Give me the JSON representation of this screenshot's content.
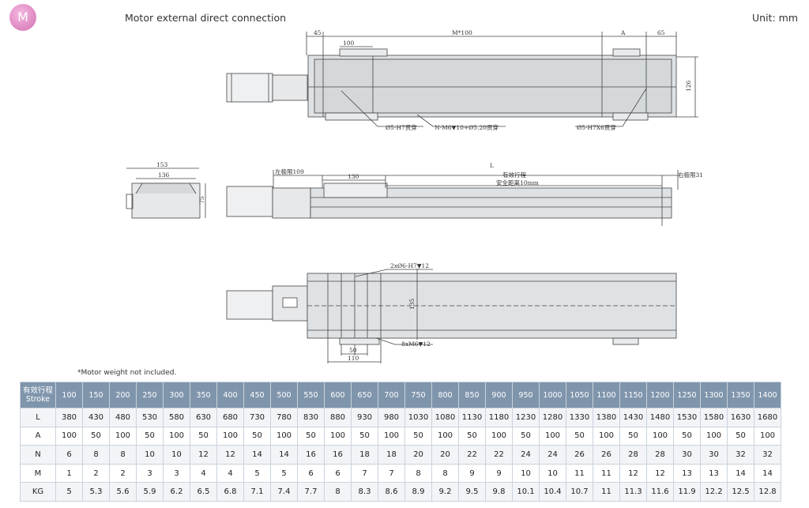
{
  "badge": "M",
  "title": "Motor external direct connection",
  "unit": "Unit: mm",
  "drawing_top": {
    "dim_45": "45",
    "dim_100": "100",
    "dim_m100": "M*100",
    "dim_a": "A",
    "dim_65": "65",
    "dim_126": "126",
    "callout_1": "Ø5-H7贯穿",
    "callout_2": "N-M6▼10+Ø5.20贯穿",
    "callout_3": "Ø5-H7X6贯穿"
  },
  "drawing_mid": {
    "dim_153": "153",
    "dim_136": "136",
    "dim_75": "75",
    "dim_left_limit": "左极限109",
    "dim_130": "130",
    "dim_l": "L",
    "dim_stroke": "有效行程",
    "dim_safe": "安全距离10mm",
    "dim_right_limit": "右极限31"
  },
  "drawing_bot": {
    "callout_top": "2xØ6-H7▼12",
    "dim_135": "135",
    "callout_bottom": "8xM6▼12",
    "dim_50": "50",
    "dim_110": "110"
  },
  "note": "*Motor weight not included.",
  "table": {
    "header_label": "有效行程",
    "header_label_en": "Stroke",
    "strokes": [
      "100",
      "150",
      "200",
      "250",
      "300",
      "350",
      "400",
      "450",
      "500",
      "550",
      "600",
      "650",
      "700",
      "750",
      "800",
      "850",
      "900",
      "950",
      "1000",
      "1050",
      "1100",
      "1150",
      "1200",
      "1250",
      "1300",
      "1350",
      "1400"
    ],
    "rows": [
      {
        "label": "L",
        "values": [
          "380",
          "430",
          "480",
          "530",
          "580",
          "630",
          "680",
          "730",
          "780",
          "830",
          "880",
          "930",
          "980",
          "1030",
          "1080",
          "1130",
          "1180",
          "1230",
          "1280",
          "1330",
          "1380",
          "1430",
          "1480",
          "1530",
          "1580",
          "1630",
          "1680"
        ]
      },
      {
        "label": "A",
        "values": [
          "100",
          "50",
          "100",
          "50",
          "100",
          "50",
          "100",
          "50",
          "100",
          "50",
          "100",
          "50",
          "100",
          "50",
          "100",
          "50",
          "100",
          "50",
          "100",
          "50",
          "100",
          "50",
          "100",
          "50",
          "100",
          "50",
          "100"
        ]
      },
      {
        "label": "N",
        "values": [
          "6",
          "8",
          "8",
          "10",
          "10",
          "12",
          "12",
          "14",
          "14",
          "16",
          "16",
          "18",
          "18",
          "20",
          "20",
          "22",
          "22",
          "24",
          "24",
          "26",
          "26",
          "28",
          "28",
          "30",
          "30",
          "32",
          "32"
        ]
      },
      {
        "label": "M",
        "values": [
          "1",
          "2",
          "2",
          "3",
          "3",
          "4",
          "4",
          "5",
          "5",
          "6",
          "6",
          "7",
          "7",
          "8",
          "8",
          "9",
          "9",
          "10",
          "10",
          "11",
          "11",
          "12",
          "12",
          "13",
          "13",
          "14",
          "14"
        ]
      },
      {
        "label": "KG",
        "values": [
          "5",
          "5.3",
          "5.6",
          "5.9",
          "6.2",
          "6.5",
          "6.8",
          "7.1",
          "7.4",
          "7.7",
          "8",
          "8.3",
          "8.6",
          "8.9",
          "9.2",
          "9.5",
          "9.8",
          "10.1",
          "10.4",
          "10.7",
          "11",
          "11.3",
          "11.6",
          "11.9",
          "12.2",
          "12.5",
          "12.8"
        ]
      }
    ]
  }
}
